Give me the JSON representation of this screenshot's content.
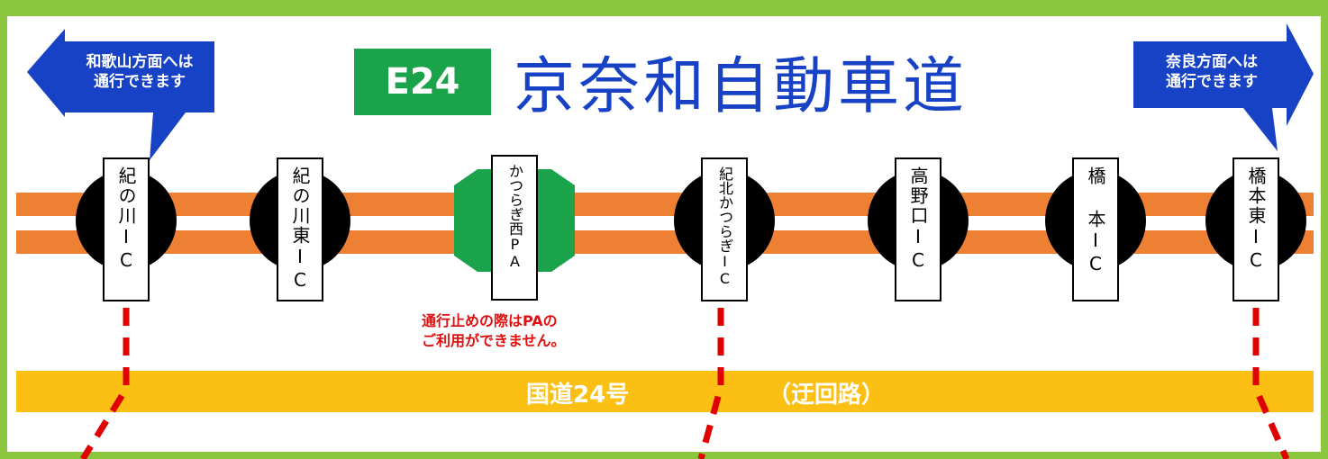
{
  "route_badge": "E24",
  "route_name": "京奈和自動車道",
  "left_arrow": {
    "line1": "和歌山方面へは",
    "line2": "通行できます"
  },
  "right_arrow": {
    "line1": "奈良方面へは",
    "line2": "通行できます"
  },
  "interchanges": [
    {
      "label": "紀の川IC"
    },
    {
      "label": "紀の川東IC"
    },
    {
      "label": "かつらぎ西PA"
    },
    {
      "label": "紀北かつらぎIC"
    },
    {
      "label": "高野口IC"
    },
    {
      "label": "橋 本IC"
    },
    {
      "label": "橋本東IC"
    }
  ],
  "pa_note": {
    "line1": "通行止めの際はPAの",
    "line2": "ご利用ができません。"
  },
  "detour": {
    "road": "国道24号",
    "note": "（迂回路）"
  },
  "colors": {
    "frame": "#8cc63f",
    "expressway": "#ee8033",
    "detour": "#fcbf14",
    "arrow": "#1742c5",
    "badge": "#1aa34b",
    "dashed": "#e00000",
    "note": "#e01010"
  }
}
